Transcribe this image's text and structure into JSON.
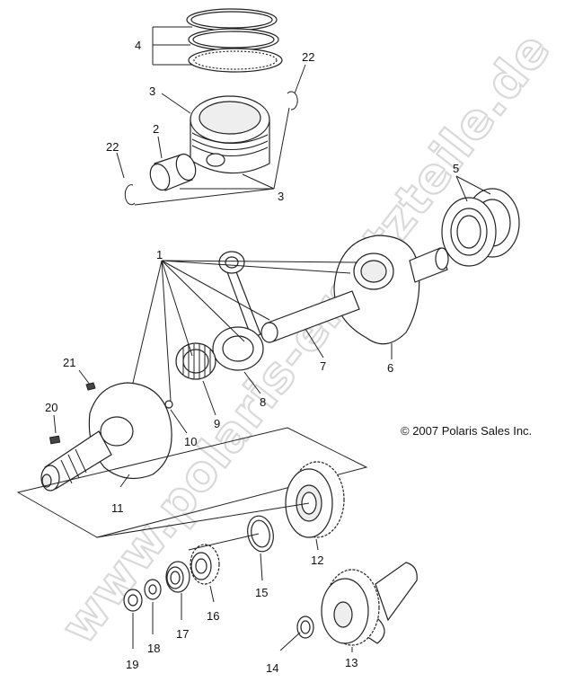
{
  "watermark": "www.polaris-ersatzteile.de",
  "copyright": "© 2007 Polaris Sales Inc.",
  "callouts": [
    {
      "id": "c1",
      "label": "1"
    },
    {
      "id": "c2",
      "label": "2"
    },
    {
      "id": "c3a",
      "label": "3"
    },
    {
      "id": "c3b",
      "label": "3"
    },
    {
      "id": "c4",
      "label": "4"
    },
    {
      "id": "c5",
      "label": "5"
    },
    {
      "id": "c6",
      "label": "6"
    },
    {
      "id": "c7",
      "label": "7"
    },
    {
      "id": "c8",
      "label": "8"
    },
    {
      "id": "c9",
      "label": "9"
    },
    {
      "id": "c10",
      "label": "10"
    },
    {
      "id": "c11",
      "label": "11"
    },
    {
      "id": "c12",
      "label": "12"
    },
    {
      "id": "c13",
      "label": "13"
    },
    {
      "id": "c14",
      "label": "14"
    },
    {
      "id": "c15",
      "label": "15"
    },
    {
      "id": "c16",
      "label": "16"
    },
    {
      "id": "c17",
      "label": "17"
    },
    {
      "id": "c18",
      "label": "18"
    },
    {
      "id": "c19",
      "label": "19"
    },
    {
      "id": "c20",
      "label": "20"
    },
    {
      "id": "c21",
      "label": "21"
    },
    {
      "id": "c22a",
      "label": "22"
    },
    {
      "id": "c22b",
      "label": "22"
    }
  ]
}
